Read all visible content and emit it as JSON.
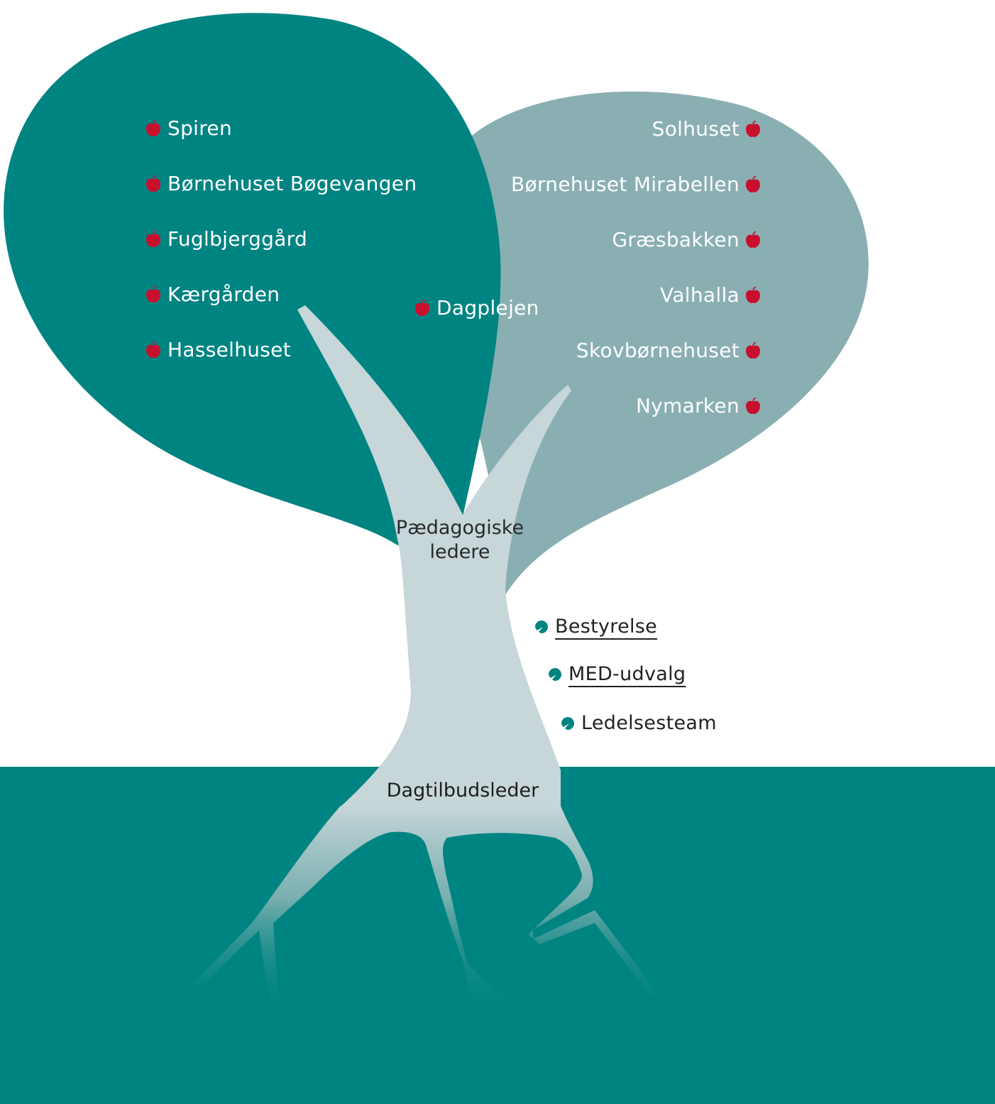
{
  "colors": {
    "left_crown": "#008482",
    "right_crown": "#8aafb2",
    "trunk": "#c6d6d9",
    "ground": "#008482",
    "apple": "#c8102e",
    "leaf": "#008482"
  },
  "left_crown": {
    "items": [
      {
        "label": "Spiren",
        "icon": "apple-icon"
      },
      {
        "label": "Børnehuset Bøgevangen",
        "icon": "apple-icon"
      },
      {
        "label": "Fuglbjerggård",
        "icon": "apple-icon"
      },
      {
        "label": "Kærgården",
        "icon": "apple-icon"
      },
      {
        "label": "Hasselhuset",
        "icon": "apple-icon"
      }
    ]
  },
  "right_crown": {
    "items": [
      {
        "label": "Solhuset",
        "icon": "apple-icon"
      },
      {
        "label": "Børnehuset Mirabellen",
        "icon": "apple-icon"
      },
      {
        "label": "Græsbakken",
        "icon": "apple-icon"
      },
      {
        "label": "Valhalla",
        "icon": "apple-icon"
      },
      {
        "label": "Skovbørnehuset",
        "icon": "apple-icon"
      },
      {
        "label": "Nymarken",
        "icon": "apple-icon"
      }
    ]
  },
  "center_item": {
    "label": "Dagplejen",
    "icon": "apple-icon"
  },
  "trunk": {
    "label_line1": "Pædagogiske",
    "label_line2": "ledere"
  },
  "governance": {
    "items": [
      {
        "label": "Bestyrelse",
        "icon": "leaf-icon",
        "link": true
      },
      {
        "label": "MED-udvalg",
        "icon": "leaf-icon",
        "link": true
      },
      {
        "label": "Ledelsesteam",
        "icon": "leaf-icon",
        "link": false
      }
    ]
  },
  "root_label": "Dagtilbudsleder"
}
